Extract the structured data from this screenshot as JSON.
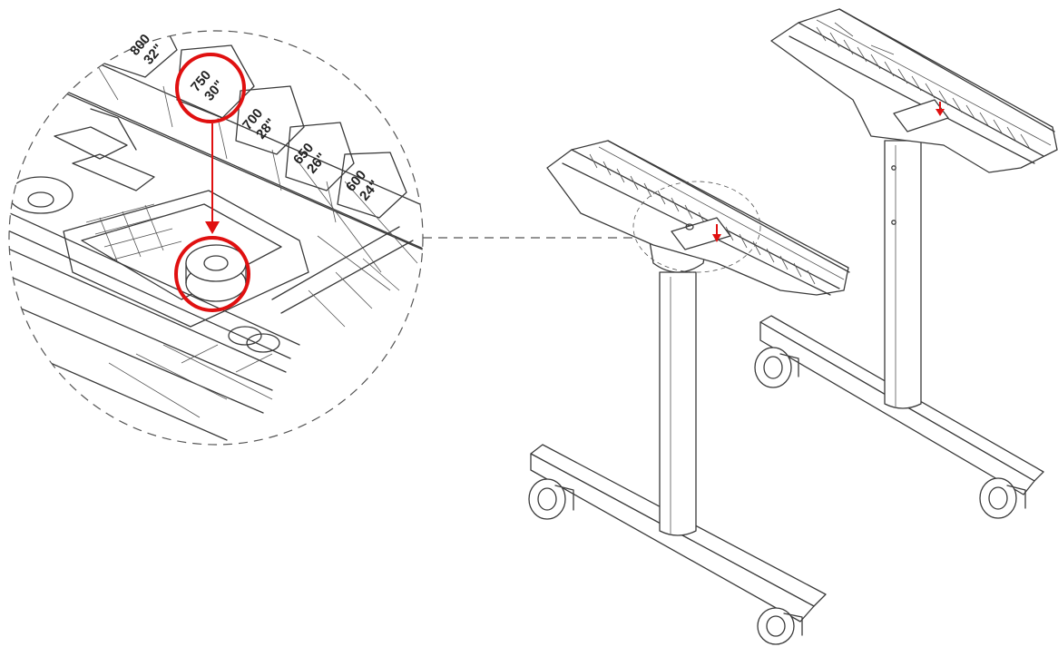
{
  "detail": {
    "size_labels": [
      {
        "cm": "800",
        "inch": "32\""
      },
      {
        "cm": "750",
        "inch": "30\""
      },
      {
        "cm": "700",
        "inch": "28\""
      },
      {
        "cm": "650",
        "inch": "26\""
      },
      {
        "cm": "600",
        "inch": "24\""
      }
    ],
    "highlighted": "750 / 30\""
  },
  "colors": {
    "line": "#3a3a3a",
    "highlight": "#e01010",
    "background": "#ffffff"
  },
  "parts": [
    "table-leg-left",
    "table-leg-right",
    "caster-wheel",
    "top-bracket",
    "height-stop-post"
  ]
}
